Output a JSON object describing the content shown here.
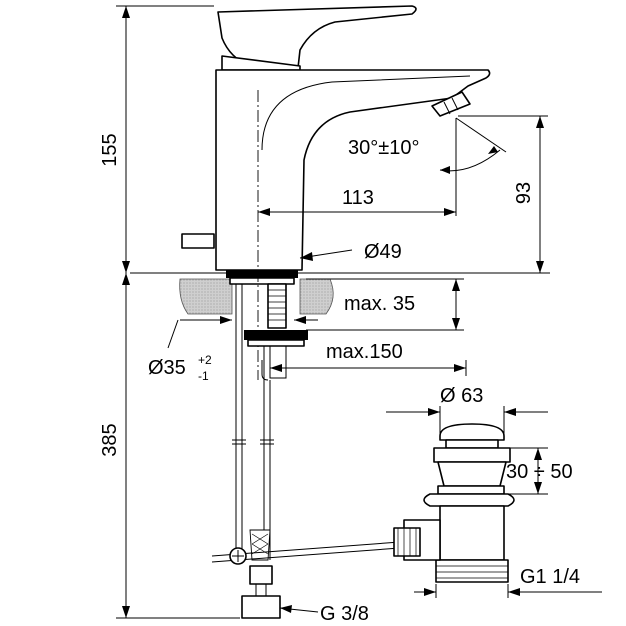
{
  "dimensions": {
    "height_total": "155",
    "spout_height": "93",
    "spout_projection": "113",
    "aerator_angle": "30°±10°",
    "body_diameter": "Ø49",
    "max_deck_thickness": "max. 35",
    "hole_diameter": "Ø35",
    "hole_tol_plus": "+2",
    "hole_tol_minus": "-1",
    "popup_rod_max": "max.150",
    "waste_diameter": "Ø 63",
    "waste_adjust": "30 ÷ 50",
    "waste_thread": "G1 1/4",
    "hose_length": "385",
    "connection_thread": "G 3/8"
  }
}
